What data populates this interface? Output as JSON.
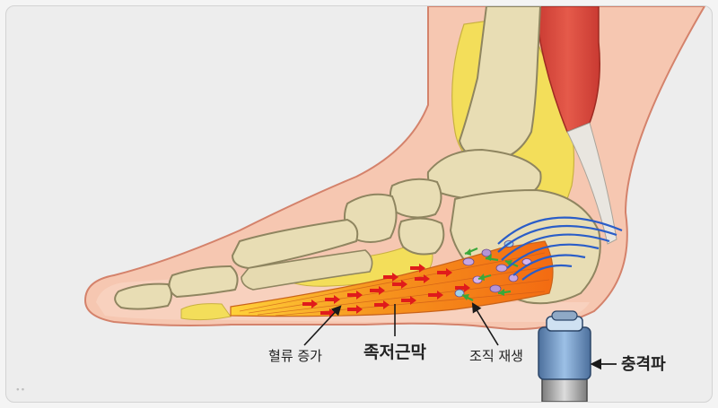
{
  "labels": {
    "blood_flow": "혈류 증가",
    "plantar_fascia": "족저근막",
    "tissue_regen": "조직 재생",
    "shockwave": "충격파"
  },
  "colors": {
    "skin": "#f6c7b1",
    "skin_outline": "#d4826b",
    "bone": "#e8ddb4",
    "bone_outline": "#8f8560",
    "fat": "#f3de5a",
    "muscle": "#d9473b",
    "fascia": "#f08a1c",
    "flow_arrow": "#e01b1b",
    "regen_arrow": "#3aa83a",
    "wave": "#2a5dc8",
    "device": "#6f95c4"
  },
  "markers": {
    "watermark_hint": "∙∙"
  }
}
